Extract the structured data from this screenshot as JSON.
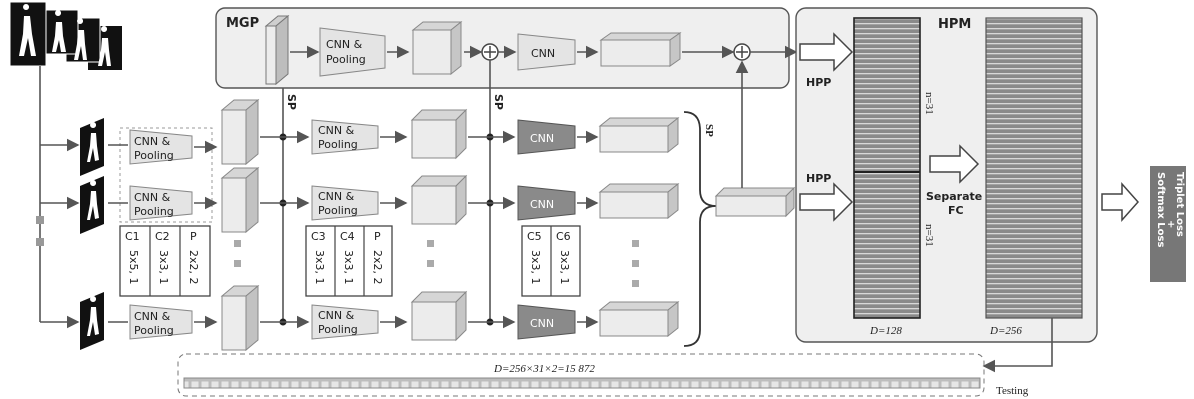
{
  "diagram": {
    "mgp_label": "MGP",
    "hpm_label": "HPM",
    "cnn_pooling_line1": "CNN &",
    "cnn_pooling_line2": "Pooling",
    "cnn_label": "CNN",
    "sp_vertical": "SP",
    "sp_right": "SP",
    "hpp_label": "HPP",
    "n_label": "n=31",
    "separate_fc_line1": "Separate",
    "separate_fc_line2": "FC",
    "d128": "D=128",
    "d256": "D=256",
    "loss_line1": "Softmax Loss",
    "loss_line2": "+",
    "loss_line3": "Triplet Loss",
    "testing_label": "Testing",
    "feature_dim": "D=256×31×2=15 872",
    "conv_group1": [
      {
        "name": "C1",
        "spec": "5x5, 1"
      },
      {
        "name": "C2",
        "spec": "3x3, 1"
      },
      {
        "name": "P",
        "spec": "2x2, 2"
      }
    ],
    "conv_group2": [
      {
        "name": "C3",
        "spec": "3x3, 1"
      },
      {
        "name": "C4",
        "spec": "3x3, 1"
      },
      {
        "name": "P",
        "spec": "2x2, 2"
      }
    ],
    "conv_group3": [
      {
        "name": "C5",
        "spec": "3x3, 1"
      },
      {
        "name": "C6",
        "spec": "3x3, 1"
      }
    ],
    "colors": {
      "panel_fill": "#efefef",
      "block_fill": "#e8e8e8",
      "dark_block": "#6f6f6f",
      "loss_fill": "#777777"
    }
  }
}
